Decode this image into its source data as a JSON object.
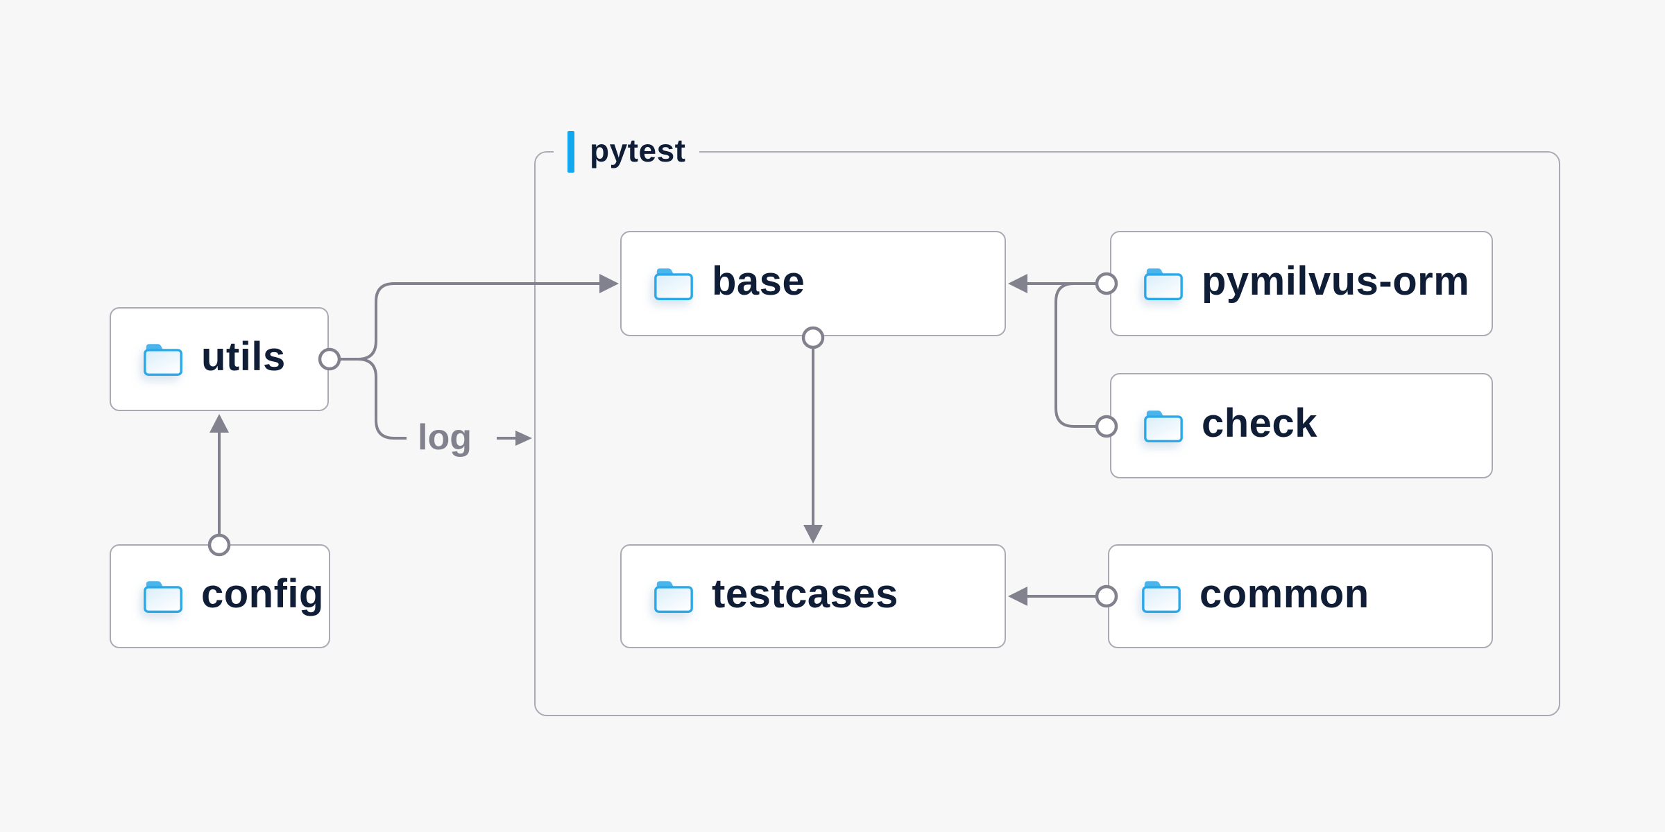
{
  "container": {
    "label": "pytest"
  },
  "nodes": {
    "utils": {
      "label": "utils",
      "icon": "folder-icon"
    },
    "config": {
      "label": "config",
      "icon": "folder-icon"
    },
    "base": {
      "label": "base",
      "icon": "folder-icon"
    },
    "pymilvus_orm": {
      "label": "pymilvus-orm",
      "icon": "folder-icon"
    },
    "check": {
      "label": "check",
      "icon": "folder-icon"
    },
    "testcases": {
      "label": "testcases",
      "icon": "folder-icon"
    },
    "common": {
      "label": "common",
      "icon": "folder-icon"
    }
  },
  "edge_labels": {
    "log": "log"
  },
  "edges": [
    {
      "from": "utils",
      "to": "base",
      "connector": "circle-start, arrow-end"
    },
    {
      "from": "utils",
      "to": "pytest-container",
      "connector": "circle-start, labeled-arrow",
      "label": "log"
    },
    {
      "from": "config",
      "to": "utils",
      "connector": "circle-start, arrow-end"
    },
    {
      "from": "base",
      "to": "testcases",
      "connector": "circle-start, arrow-end"
    },
    {
      "from": "pymilvus_orm",
      "to": "base",
      "connector": "circle-start, arrow-end"
    },
    {
      "from": "check",
      "to": "base",
      "connector": "circle-start, arrow-end (merges into pymilvus_orm wire)"
    },
    {
      "from": "common",
      "to": "testcases",
      "connector": "circle-start, arrow-end"
    }
  ],
  "colors": {
    "background": "#f7f7f8",
    "card_fill": "#ffffff",
    "card_border": "#aaaab5",
    "wire": "#82828e",
    "text": "#101d37",
    "muted_label": "#82828e",
    "accent_bar": "#13a7f0",
    "folder_stroke": "#2aa9e9",
    "folder_fill_top": "#d9edf9",
    "folder_tab": "#4ab5ec"
  }
}
